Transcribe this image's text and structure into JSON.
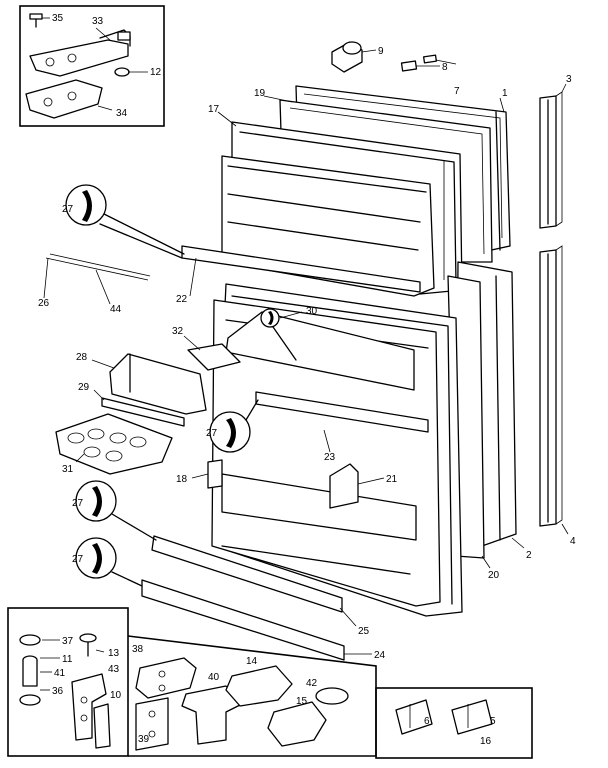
{
  "labels": {
    "l1": "1",
    "l2": "2",
    "l3": "3",
    "l4": "4",
    "l5": "5",
    "l6": "6",
    "l7": "7",
    "l8": "8",
    "l9": "9",
    "l10": "10",
    "l11": "11",
    "l12": "12",
    "l13": "13",
    "l14": "14",
    "l15": "15",
    "l16": "16",
    "l17": "17",
    "l18": "18",
    "l19": "19",
    "l20": "20",
    "l21": "21",
    "l22": "22",
    "l23": "23",
    "l24": "24",
    "l25": "25",
    "l26": "26",
    "l27a": "27",
    "l27b": "27",
    "l27c": "27",
    "l27d": "27",
    "l28": "28",
    "l29": "29",
    "l30": "30",
    "l31": "31",
    "l32": "32",
    "l33": "33",
    "l34": "34",
    "l35": "35",
    "l36": "36",
    "l37": "37",
    "l38": "38",
    "l39": "39",
    "l40": "40",
    "l41": "41",
    "l42": "42",
    "l43": "43",
    "l44": "44"
  },
  "colors": {
    "line": "#000000",
    "background": "#ffffff"
  }
}
